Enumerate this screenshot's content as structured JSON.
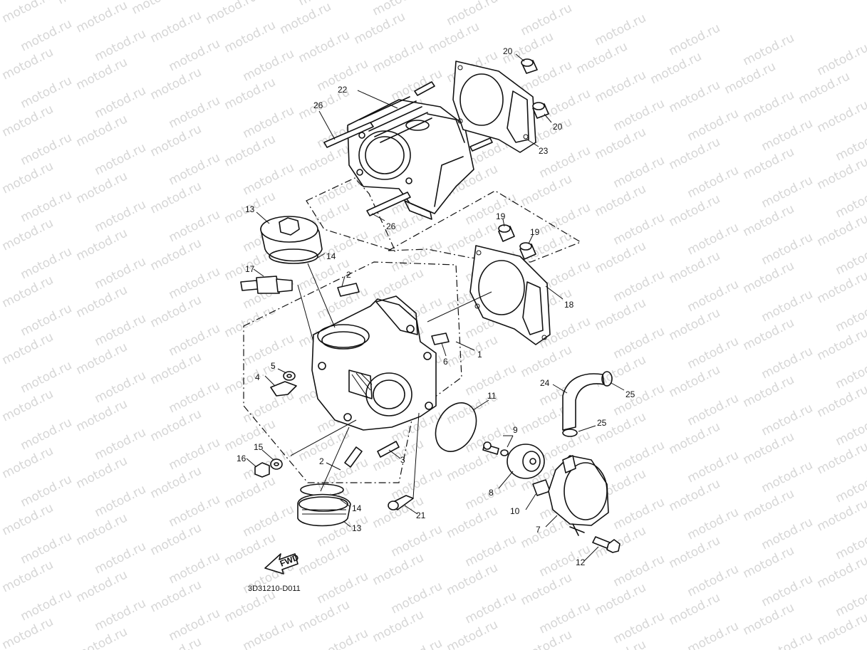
{
  "watermark": {
    "text": "motod.ru"
  },
  "diagram": {
    "code": "3D31210-D011",
    "fwd_label": "FWD",
    "callouts": [
      {
        "id": "c1",
        "text": "1"
      },
      {
        "id": "c2a",
        "text": "2"
      },
      {
        "id": "c2b",
        "text": "2"
      },
      {
        "id": "c3",
        "text": "3"
      },
      {
        "id": "c4",
        "text": "4"
      },
      {
        "id": "c5",
        "text": "5"
      },
      {
        "id": "c6",
        "text": "6"
      },
      {
        "id": "c7",
        "text": "7"
      },
      {
        "id": "c8",
        "text": "8"
      },
      {
        "id": "c9",
        "text": "9"
      },
      {
        "id": "c10",
        "text": "10"
      },
      {
        "id": "c11",
        "text": "11"
      },
      {
        "id": "c12",
        "text": "12"
      },
      {
        "id": "c13a",
        "text": "13"
      },
      {
        "id": "c13b",
        "text": "13"
      },
      {
        "id": "c14a",
        "text": "14"
      },
      {
        "id": "c14b",
        "text": "14"
      },
      {
        "id": "c15",
        "text": "15"
      },
      {
        "id": "c16",
        "text": "16"
      },
      {
        "id": "c17",
        "text": "17"
      },
      {
        "id": "c18",
        "text": "18"
      },
      {
        "id": "c19a",
        "text": "19"
      },
      {
        "id": "c19b",
        "text": "19"
      },
      {
        "id": "c20a",
        "text": "20"
      },
      {
        "id": "c20b",
        "text": "20"
      },
      {
        "id": "c21",
        "text": "21"
      },
      {
        "id": "c22",
        "text": "22"
      },
      {
        "id": "c23",
        "text": "23"
      },
      {
        "id": "c24",
        "text": "24"
      },
      {
        "id": "c25a",
        "text": "25"
      },
      {
        "id": "c25b",
        "text": "25"
      },
      {
        "id": "c26a",
        "text": "26"
      },
      {
        "id": "c26b",
        "text": "26"
      }
    ]
  }
}
